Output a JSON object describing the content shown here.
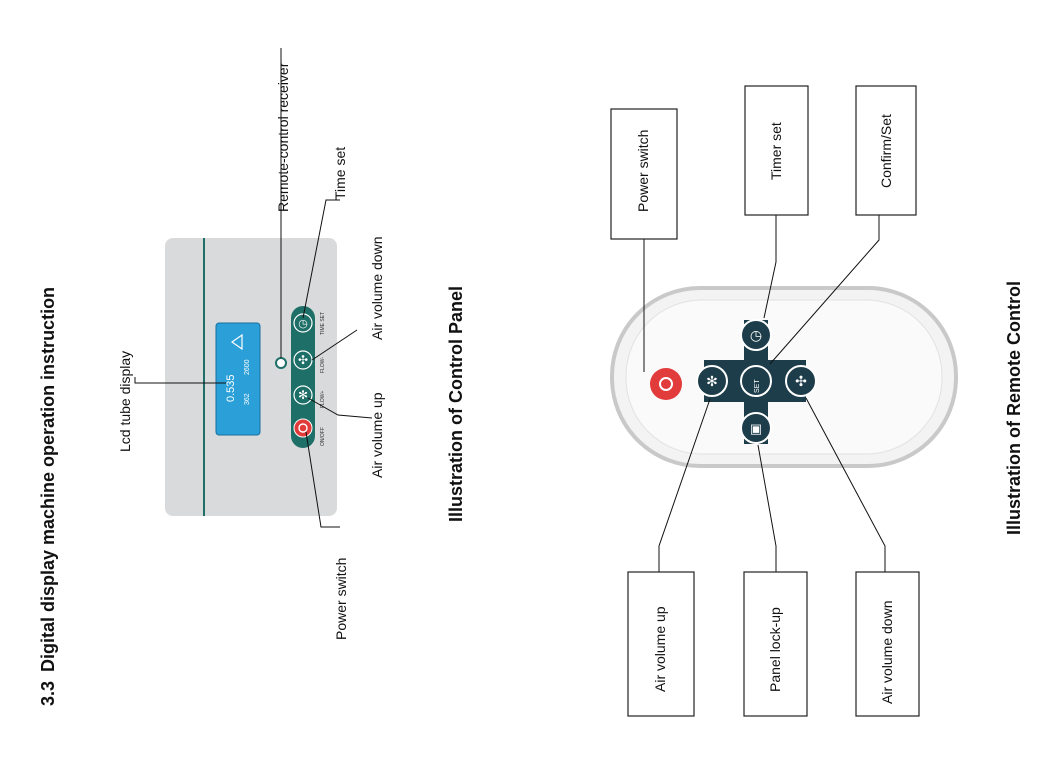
{
  "section": {
    "number": "3.3",
    "title": "Digital display machine operation instruction"
  },
  "control_panel": {
    "caption": "Illustration of Control Panel",
    "labels": {
      "lcd": "Lcd tube display",
      "receiver": "Remote-control receiver",
      "time_set": "Time set",
      "air_down": "Air volume down",
      "air_up": "Air volume up",
      "power": "Power switch"
    },
    "lcd_text": {
      "line1": "2600",
      "line2": "362",
      "line3": "0.535"
    },
    "button_tags": {
      "on_off": "ON/OFF",
      "flow_up": "FLOW+",
      "flow_down": "FLOW-",
      "time_set": "TIME SET"
    }
  },
  "remote_control": {
    "caption": "Illustration of Remote Control",
    "labels": {
      "power": "Power switch",
      "timer": "Timer set",
      "confirm": "Confirm/Set",
      "air_up": "Air volume up",
      "panel_lock": "Panel lock-up",
      "air_down": "Air volume down"
    },
    "center_key_text": "SET"
  },
  "colors": {
    "panel_bg": "#d9dadb",
    "teal": "#1d6f67",
    "lcd": "#2a9fd8",
    "power_red": "#e23b3b",
    "remote_keys": "#1e3d4a"
  }
}
